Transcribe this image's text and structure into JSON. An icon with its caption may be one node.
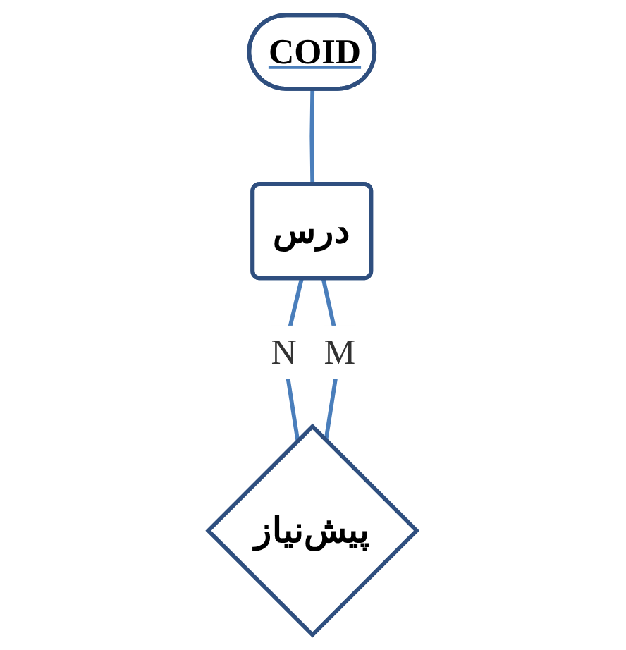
{
  "diagram": {
    "nodes": [
      {
        "text": [
          "COID"
        ]
      },
      {
        "text": [
          "درس"
        ]
      },
      {
        "text": [
          "پیش‌نیاز"
        ]
      }
    ],
    "edges": [
      {
        "from": 0,
        "to": 1,
        "arrow": "none"
      },
      {
        "from": 1,
        "to": 2,
        "arrow": "none",
        "label": "N"
      },
      {
        "from": 1,
        "to": 2,
        "arrow": "none",
        "label": "M"
      }
    ]
  }
}
